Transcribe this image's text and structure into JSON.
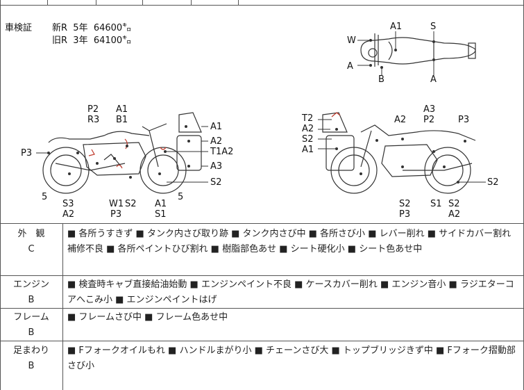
{
  "shaken": {
    "label": "車検証",
    "new_line": "新R  5年  64600㌔",
    "old_line": "旧R  3年  64100㌔"
  },
  "top_view": {
    "labels": [
      "A1",
      "S",
      "W",
      "A",
      "B",
      "A"
    ]
  },
  "left_view": {
    "labels": [
      "P2",
      "R3",
      "A1",
      "B1",
      "A1",
      "A2",
      "T1A2",
      "A3",
      "S2",
      "P3",
      "5",
      "S3",
      "A2",
      "W1",
      "P3",
      "S2",
      "A1",
      "S1",
      "5"
    ]
  },
  "right_view": {
    "labels": [
      "T2",
      "A2",
      "S2",
      "A1",
      "A3",
      "P2",
      "A2",
      "P3",
      "S2",
      "S2",
      "P3",
      "S1",
      "S2",
      "A2"
    ]
  },
  "rows": [
    {
      "label": "外　観",
      "grade": "C",
      "text": "■ 各所うすきず ■ タンク内さび取り跡 ■ タンク内さび中 ■ 各所さび小 ■ レバー削れ ■ サイドカバー割れ補修不良 ■ 各所ペイントひび割れ ■ 樹脂部色あせ ■ シート硬化小 ■ シート色あせ中"
    },
    {
      "label": "エンジン",
      "grade": "B",
      "text": "■ 検査時キャブ直接給油始動 ■ エンジンペイント不良 ■ ケースカバー削れ ■ エンジン音小 ■ ラジエターコアへこみ小 ■ エンジンペイントはげ"
    },
    {
      "label": "フレーム",
      "grade": "B",
      "text": "■ フレームさび中 ■ フレーム色あせ中"
    },
    {
      "label": "足まわり",
      "grade": "B",
      "text": "■ Fフォークオイルもれ ■ ハンドルまがり小 ■ チェーンさび大 ■ トップブリッジきず中 ■ Fフォーク摺動部さび小"
    }
  ]
}
